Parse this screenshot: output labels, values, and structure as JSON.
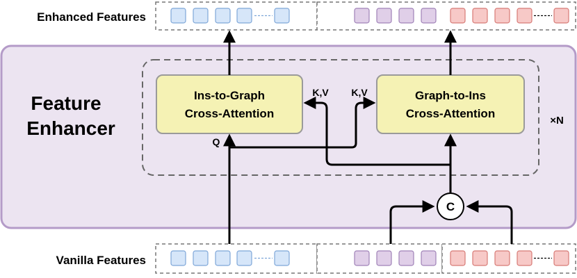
{
  "labels": {
    "enhanced_features": "Enhanced Features",
    "vanilla_features": "Vanilla Features",
    "feature_enhancer_line1": "Feature",
    "feature_enhancer_line2": "Enhancer",
    "repeat": "×N",
    "q": "Q",
    "kv_left": "K,V",
    "kv_right": "K,V",
    "concat": "C"
  },
  "blocks": {
    "ins_to_graph": {
      "line1": "Ins-to-Graph",
      "line2": "Cross-Attention"
    },
    "graph_to_ins": {
      "line1": "Graph-to-Ins",
      "line2": "Cross-Attention"
    }
  },
  "colors": {
    "enhancer_bg": "#ece4f1",
    "enhancer_border": "#b49bc8",
    "block_fill": "#f5f2b4",
    "block_border": "#9a9a9a",
    "token_blue_fill": "#d6e6f9",
    "token_blue_border": "#7ea6d8",
    "token_purple_fill": "#e0cfe8",
    "token_purple_border": "#9f82b7",
    "token_red_fill": "#f7c9c7",
    "token_red_border": "#d77a76",
    "dashed_gray": "#666666",
    "arrow": "#000000"
  },
  "icons": {
    "arrowhead": "arrow-head-icon"
  }
}
